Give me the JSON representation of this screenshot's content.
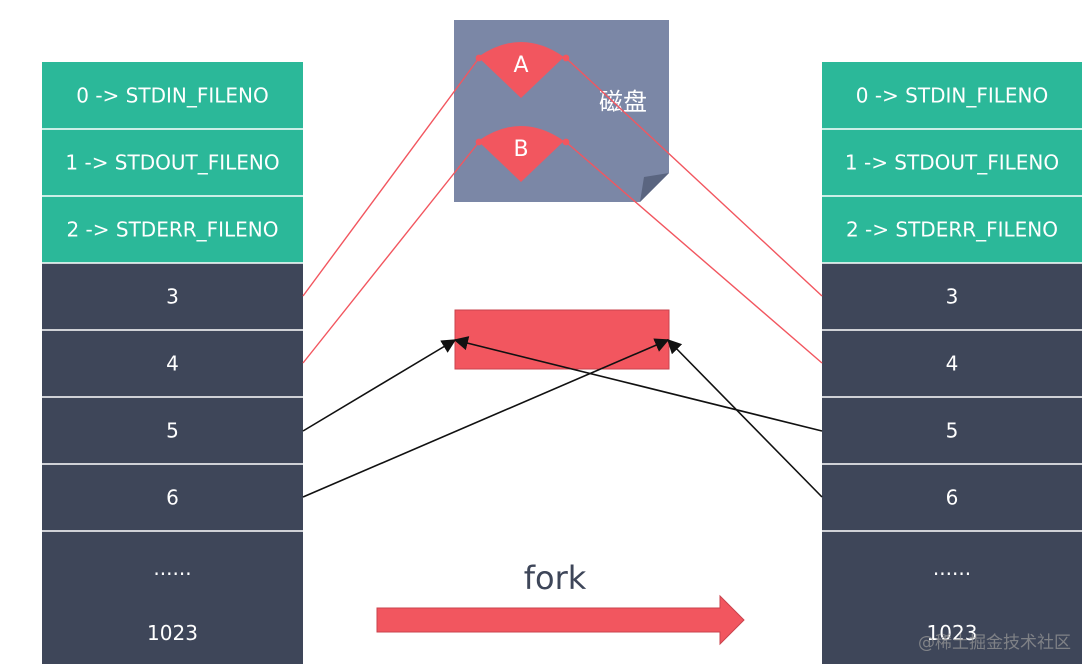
{
  "left_table": {
    "rows": [
      "0 -> STDIN_FILENO",
      "1 -> STDOUT_FILENO",
      "2 -> STDERR_FILENO",
      "3",
      "4",
      "5",
      "6",
      "......",
      "1023"
    ]
  },
  "right_table": {
    "rows": [
      "0 -> STDIN_FILENO",
      "1 -> STDOUT_FILENO",
      "2 -> STDERR_FILENO",
      "3",
      "4",
      "5",
      "6",
      "......",
      "1023"
    ]
  },
  "disk": {
    "label": "磁盘",
    "sector_a": "A",
    "sector_b": "B"
  },
  "fork_label": "fork",
  "watermark": "@稀土掘金技术社区",
  "colors": {
    "std_row": "#2bb899",
    "fd_row": "#3e4659",
    "disk": "#7b87a6",
    "accent_red": "#f2565f",
    "arrow_black": "#111111"
  }
}
